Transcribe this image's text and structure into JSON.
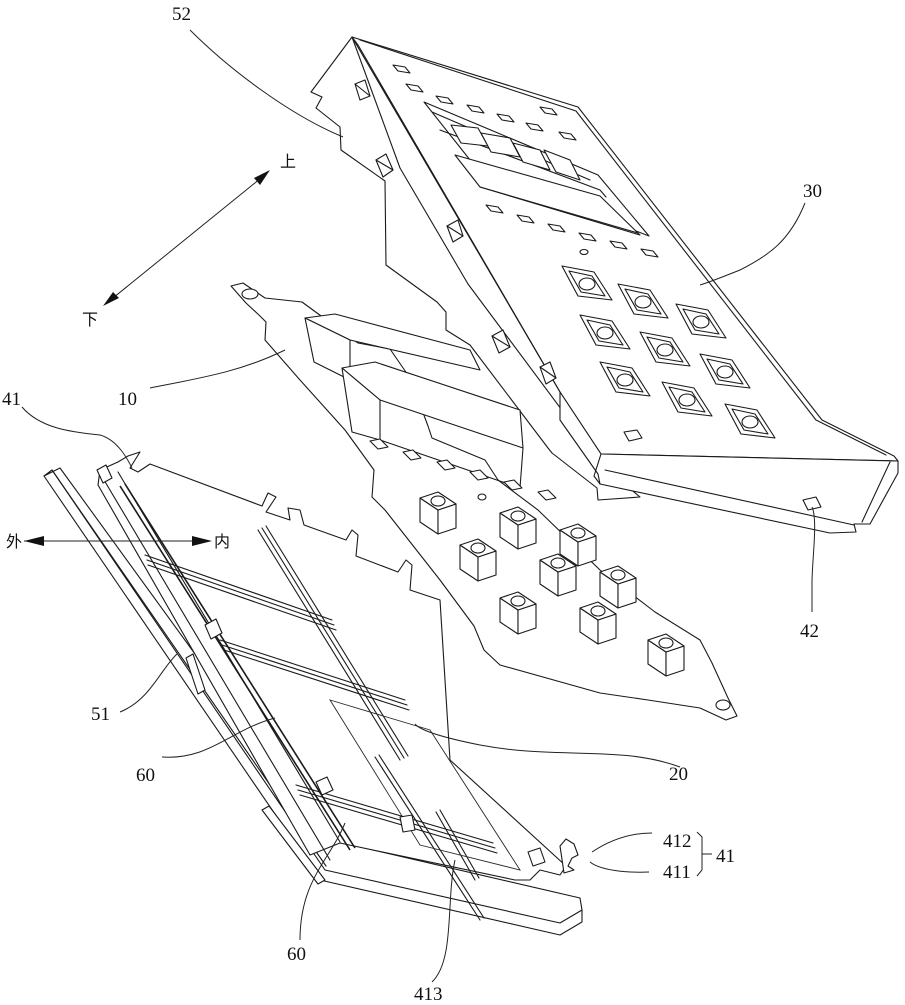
{
  "figure": {
    "type": "exploded isometric patent drawing",
    "directions": {
      "up": "上",
      "down": "下",
      "outer": "外",
      "inner": "内"
    },
    "components": [
      {
        "id": "10",
        "label": "10",
        "part": "circuit board with key switches"
      },
      {
        "id": "20",
        "label": "20",
        "part": "light guide / panel"
      },
      {
        "id": "30",
        "label": "30",
        "part": "upper housing with keypad openings and display window"
      },
      {
        "id": "41",
        "label": "41",
        "part": "snap hook"
      },
      {
        "id": "411",
        "label": "411",
        "part": "hook sub-part"
      },
      {
        "id": "412",
        "label": "412",
        "part": "hook sub-part"
      },
      {
        "id": "413",
        "label": "413",
        "part": "rail"
      },
      {
        "id": "42",
        "label": "42",
        "part": "slot"
      },
      {
        "id": "51",
        "label": "51",
        "part": "outer side wall"
      },
      {
        "id": "52",
        "label": "52",
        "part": "housing side wall"
      },
      {
        "id": "60a",
        "label": "60",
        "part": "rib"
      },
      {
        "id": "60b",
        "label": "60",
        "part": "rib"
      }
    ],
    "group_bracket": {
      "members": [
        "412",
        "411"
      ],
      "label": "41"
    }
  }
}
